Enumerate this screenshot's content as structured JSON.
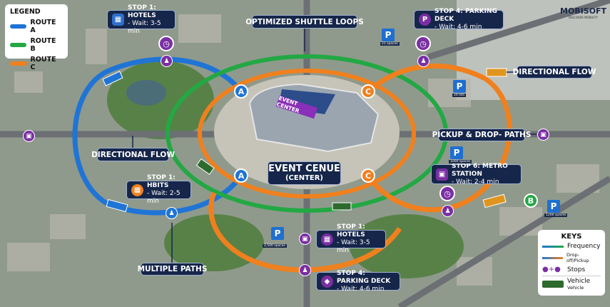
{
  "legend": {
    "title": "LEGEND",
    "routes": [
      {
        "label": "ROUTE A",
        "color": "#1f74d6"
      },
      {
        "label": "ROUTE B",
        "color": "#23a844"
      },
      {
        "label": "ROUTE C",
        "color": "#f0801e"
      }
    ]
  },
  "brand": {
    "name": "MOBISOFT",
    "tagline": "DISCOVER MOBILITY"
  },
  "labels": {
    "optimized": "OPTIMIZED SHUTTLE LOOPS",
    "directional_right": "DIRECTIONAL FLOW",
    "directional_left": "DIRECTIONAL FLOW",
    "pickup": "PICKUP & DROP- PATHS",
    "multiple": "MULTIPLE PATHS",
    "venue_title": "EVENT CENUE",
    "venue_sub": "(CENTER)",
    "building_sign": "EVENT CENTER"
  },
  "stops": [
    {
      "title": "STOP 1: HOTELS",
      "wait": "- Wait: 3-5 min",
      "icon": "hotel-icon"
    },
    {
      "title": "STOP 4: PARKING DECK",
      "wait": "- Wait: 4-6 min",
      "icon": "parking-icon"
    },
    {
      "title": "STOP 1: HBITS",
      "wait": "- Wait: 2-5 min",
      "icon": "hotel-icon"
    },
    {
      "title": "STOP 6: METRO STATION",
      "wait": "- Wait: 2-4 min",
      "icon": "bus-icon"
    },
    {
      "title": "STOP 1: HOTELS",
      "wait": "- Wait: 3-5 min",
      "icon": "hotel-icon"
    },
    {
      "title": "STOP 4: PARKING DECK",
      "wait": "- Wait: 4-6 min",
      "icon": "car-icon"
    }
  ],
  "route_markers": {
    "a": "A",
    "b": "B",
    "c": "C"
  },
  "parking": {
    "symbol": "P",
    "lots": [
      "2,500 spaces",
      "21 spaces",
      "20 lots",
      "1000 spaces",
      "1200 spaces"
    ]
  },
  "keys": {
    "title": "KEYS",
    "frequency": "Frequency",
    "dropoff": "Drop-off/Pickup",
    "stops": "Stops",
    "vehicle": "Vehicle",
    "vehicle_sub": "Vehicle"
  }
}
